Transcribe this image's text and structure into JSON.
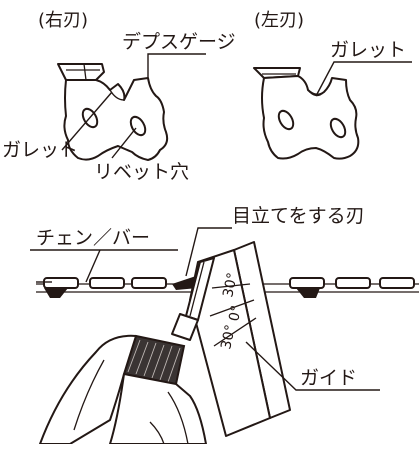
{
  "headers": {
    "right_blade": "(右刃)",
    "left_blade": "(左刃)"
  },
  "labels": {
    "depth_gauge": "デプスゲージ",
    "gullet_right": "ガレット",
    "gullet_left": "ガレット",
    "rivet_hole": "リベット穴",
    "cutter_to_sharpen": "目立てをする刃",
    "chain_bar": "チェン／バー",
    "guide": "ガイド"
  },
  "guide_angles": {
    "upper": "30°",
    "middle": "0°",
    "lower": "30°"
  }
}
